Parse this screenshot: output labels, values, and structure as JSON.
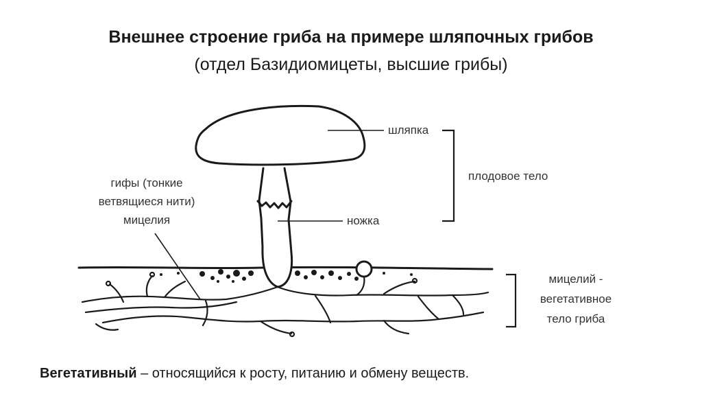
{
  "title": "Внешнее строение гриба на примере шляпочных грибов",
  "subtitle": "(отдел Базидиомицеты, высшие грибы)",
  "labels": {
    "cap": "шляпка",
    "fruiting_body": "плодовое тело",
    "stem": "ножка",
    "hyphae_line1": "гифы (тонкие",
    "hyphae_line2": "ветвящиеся нити)",
    "hyphae_line3": "мицелия",
    "mycelium_line1": "мицелий -",
    "mycelium_line2": "вегетативное",
    "mycelium_line3": "тело гриба"
  },
  "definition": {
    "term": "Вегетативный",
    "text": " – относящийся к росту, питанию и обмену веществ."
  }
}
